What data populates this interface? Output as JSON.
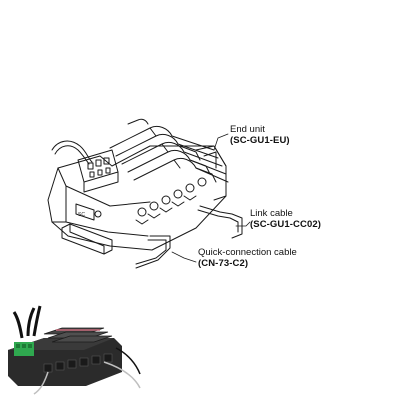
{
  "labels": {
    "end_unit": {
      "name": "End unit",
      "code": "SC-GU1-EU"
    },
    "link_cable": {
      "name": "Link cable",
      "code": "SC-GU1-CC02"
    },
    "quick_cable": {
      "name": "Quick-connection cable",
      "code": "CN-73-C2"
    }
  },
  "colors": {
    "line": "#1a1a1a",
    "photo_body": "#2b2b2b",
    "photo_terminal": "#2fa84f",
    "cable_black": "#111111",
    "cable_grey": "#bfbfbf"
  },
  "icons": {
    "diagram": "sensor-amplifier-assembly-drawing",
    "photo": "amplifier-unit-photo"
  }
}
